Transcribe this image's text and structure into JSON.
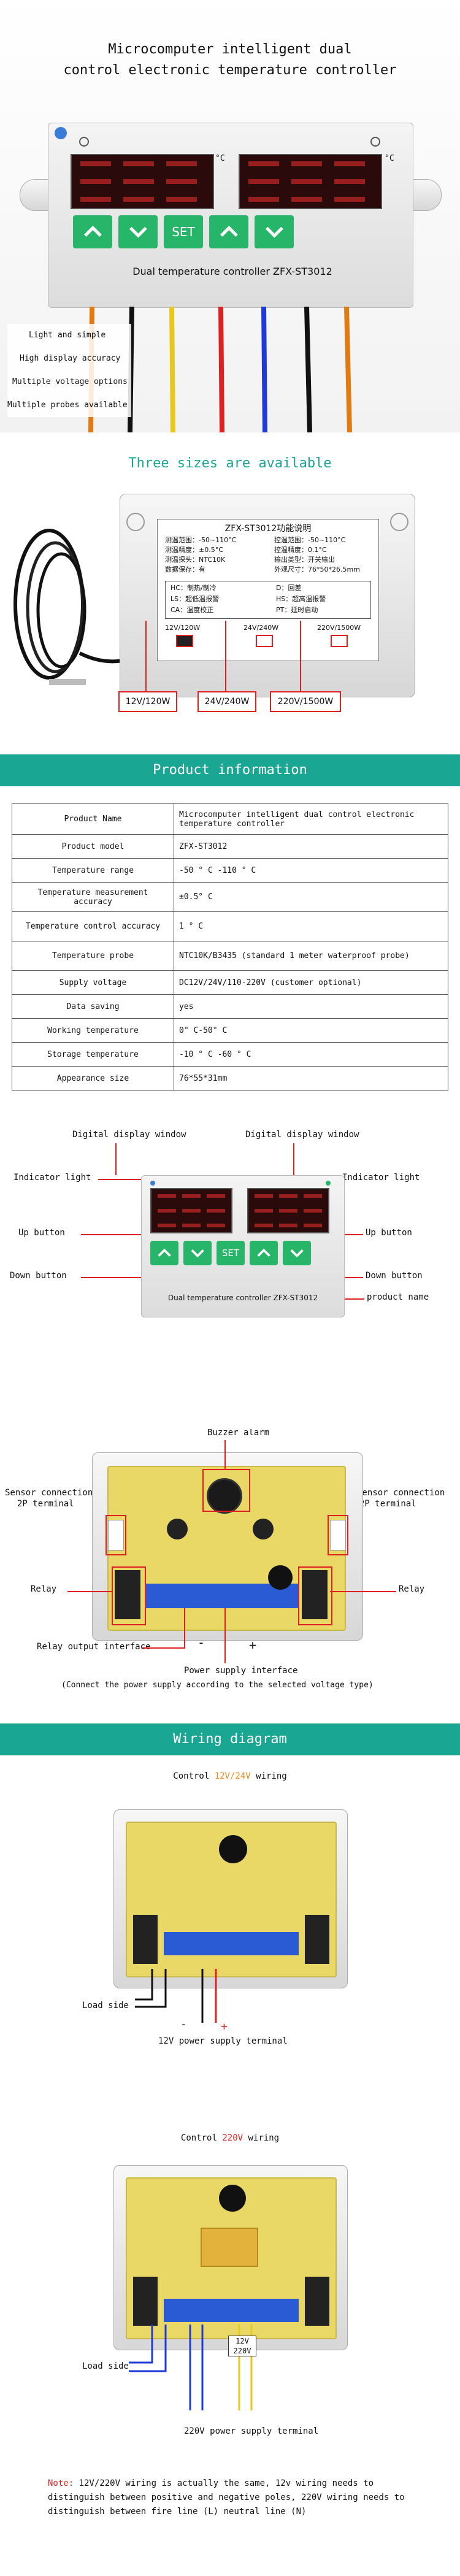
{
  "hero": {
    "title_line1": "Microcomputer intelligent dual",
    "title_line2": "control electronic temperature controller",
    "unit_c_left": "°C",
    "unit_c_right": "°C",
    "set_label": "SET",
    "device_label": "Dual temperature controller ZFX-ST3012",
    "features": [
      "Light and simple",
      "High display accuracy",
      "Multiple voltage options",
      "Multiple probes available"
    ]
  },
  "sizes": {
    "heading": "Three sizes are available",
    "manual_title": "ZFX-ST3012功能说明",
    "manual_left": [
      "测温范围：-50~110°C",
      "测温精度：±0.5°C",
      "测温探头：NTC10K",
      "数据保存：有"
    ],
    "manual_right": [
      "控温范围：-50~110°C",
      "控温精度：0.1°C",
      "输出类型：开关输出",
      "外观尺寸：76*50*26.5mm"
    ],
    "manual_box": [
      "HC：制热/制冷",
      "LS：超低温报警",
      "CA：温度校正"
    ],
    "manual_box_right": [
      "D：回差",
      "HS：超高温报警",
      "PT：延时启动"
    ],
    "terminal_labels": [
      "12V/120W",
      "24V/240W",
      "220V/1500W"
    ],
    "options": [
      "12V/120W",
      "24V/240W",
      "220V/1500W"
    ]
  },
  "product": {
    "heading": "Product information",
    "rows": [
      {
        "k": "Product Name",
        "v": "Microcomputer intelligent dual control electronic temperature controller"
      },
      {
        "k": "Product model",
        "v": "ZFX-ST3012"
      },
      {
        "k": "Temperature range",
        "v": "-50 ° C -110 ° C"
      },
      {
        "k": "Temperature measurement accuracy",
        "v": "±0.5° C"
      },
      {
        "k": "Temperature control accuracy",
        "v": "1 ° C"
      },
      {
        "k": "Temperature probe",
        "v": "NTC10K/B3435 (standard 1 meter waterproof probe)"
      },
      {
        "k": "Supply voltage",
        "v": "DC12V/24V/110-220V (customer optional)"
      },
      {
        "k": "Data saving",
        "v": "yes"
      },
      {
        "k": "Working temperature",
        "v": "0° C-50° C"
      },
      {
        "k": "Storage temperature",
        "v": "-10 ° C -60 ° C"
      },
      {
        "k": "Appearance size",
        "v": "76*55*31mm"
      }
    ]
  },
  "front_diagram": {
    "digital_display_left": "Digital display window",
    "digital_display_right": "Digital display window",
    "indicator_left": "Indicator light",
    "indicator_right": "Indicator light",
    "up_left": "Up button",
    "up_right": "Up button",
    "down_left": "Down button",
    "down_right": "Down button",
    "product_name": "product name",
    "set_label": "SET",
    "device_label": "Dual temperature controller ZFX-ST3012"
  },
  "back_diagram": {
    "buzzer": "Buzzer alarm",
    "sensor_left_1": "Sensor connection",
    "sensor_left_2": "2P terminal",
    "sensor_right_1": "Sensor connection",
    "sensor_right_2": "2P terminal",
    "relay_left": "Relay",
    "relay_right": "Relay",
    "relay_output": "Relay output interface",
    "minus": "-",
    "plus": "+",
    "power_interface": "Power supply interface",
    "power_note": "(Connect the power supply according to the selected voltage type)"
  },
  "wiring": {
    "heading": "Wiring diagram",
    "control_low_prefix": "Control ",
    "control_low_voltage": "12V/24V",
    "control_low_suffix": " wiring",
    "load_side_1": "Load side",
    "minus_1": "-",
    "plus_1": "+",
    "terminal_low": "12V power supply terminal",
    "control_high_prefix": "Control ",
    "control_high_voltage": "220V",
    "control_high_suffix": " wiring",
    "load_side_2": "Load side",
    "chip_line1": "12V",
    "chip_line2": "220V",
    "terminal_high": "220V power supply terminal",
    "note_prefix": "Note: ",
    "note_text": "12V/220V wiring is actually the same, 12v wiring needs to distinguish between positive and negative poles, 220V wiring needs to distinguish between fire line (L) neutral line (N)"
  },
  "colors": {
    "teal": "#19a793",
    "red": "#e02020",
    "green": "#27b56a",
    "blue": "#1f3ad6",
    "orange": "#f08a1a",
    "yellow": "#e6c81e"
  }
}
